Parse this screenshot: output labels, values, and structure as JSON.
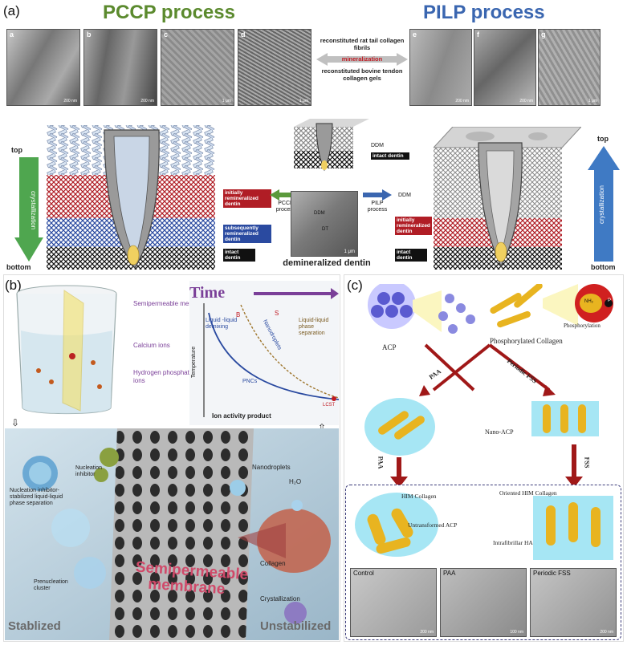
{
  "panel_a": {
    "letter": "(a)",
    "pccp_title": "PCCP process",
    "pilp_title": "PILP process",
    "tem_left": [
      {
        "label": "a",
        "scale": "200 nm"
      },
      {
        "label": "b",
        "scale": "200 nm"
      },
      {
        "label": "c",
        "scale": "1 μm"
      },
      {
        "label": "d",
        "scale": "1 μm"
      }
    ],
    "tem_right": [
      {
        "label": "e",
        "scale": "200 nm"
      },
      {
        "label": "f",
        "scale": "200 nm"
      },
      {
        "label": "g",
        "scale": "1 μm"
      }
    ],
    "center_top": "reconstituted rat tail collagen fibrils",
    "center_mid": "mineralization",
    "center_bot": "reconstituted bovine tendon collagen gels",
    "left_axis_top": "top",
    "left_axis_mid": "crystallization",
    "left_axis_bot": "bottom",
    "right_axis_top": "top",
    "right_axis_mid": "crystallization",
    "right_axis_bot": "bottom",
    "left_tags": [
      "initially remineralized dentin",
      "subsequently remineralized dentin",
      "intact dentin"
    ],
    "pccp_arrow": "PCCP process",
    "pilp_arrow": "PILP process",
    "ddm_top": "DDM",
    "intact_top": "intact dentin",
    "ddm_img": "DDM",
    "dt_img": "DT",
    "img_scale": "1 μm",
    "demin_caption": "demineralized dentin",
    "right_tags": [
      "DDM",
      "initially remineralized dentin",
      "intact dentin"
    ]
  },
  "panel_b": {
    "letter": "(b)",
    "beaker_labels": [
      "Semipermeable membrane",
      "Calcium ions",
      "Hydrogen phosphate ions"
    ],
    "time_label": "Time",
    "phase_B": "B",
    "phase_S": "S",
    "liquid_demixing": "Liquid -liquid demixing",
    "nanodroplets_curve": "Nanodroplets",
    "liquid_phase_sep": "Liquid-liquid phase separation",
    "temperature": "Temperature",
    "pncs": "PNCs",
    "lcst": "LCST",
    "ion_activity": "Ion activity product",
    "bottom_labels": {
      "nucleation_stab": "Nucleation inhibitor-stabilized liquid-liquid phase separation",
      "nucleation_inhib": "Nucleation inhibitor",
      "prenucleation": "Prenucleation cluster",
      "nanodroplets": "Nanodroplets",
      "h2o": "H₂O",
      "collagen": "Collagen",
      "crystallization": "Crystallization",
      "membrane": "Semipermeable membrane",
      "stablized": "Stablized",
      "unstabilized": "Unstabilized"
    }
  },
  "panel_c": {
    "letter": "(c)",
    "acp": "ACP",
    "phos_collagen": "Phosphorylated Collagen",
    "phosphorylation": "Phosphorylation",
    "nh2": "NH₂",
    "p": "P",
    "paa1": "PAA",
    "periodic_fss": "Periodic FSS",
    "nano_acp": "Nano-ACP",
    "paa2": "PAA",
    "fss": "FSS",
    "him_collagen": "HIM Collagen",
    "untransformed": "Untransformed ACP",
    "oriented_him": "Oriented HIM Collagen",
    "intrafibrillar": "Intrafibrillar HA",
    "tem": [
      {
        "label": "Control",
        "scale": "200 nm"
      },
      {
        "label": "PAA",
        "scale": "100 nm"
      },
      {
        "label": "Periodic FSS",
        "scale": "200 nm"
      }
    ]
  },
  "colors": {
    "pccp": "#5b8a2e",
    "pilp": "#3a66b0",
    "red_layer": "#b01d25",
    "blue_layer": "#2a4aa0",
    "purple": "#7a3f98"
  }
}
